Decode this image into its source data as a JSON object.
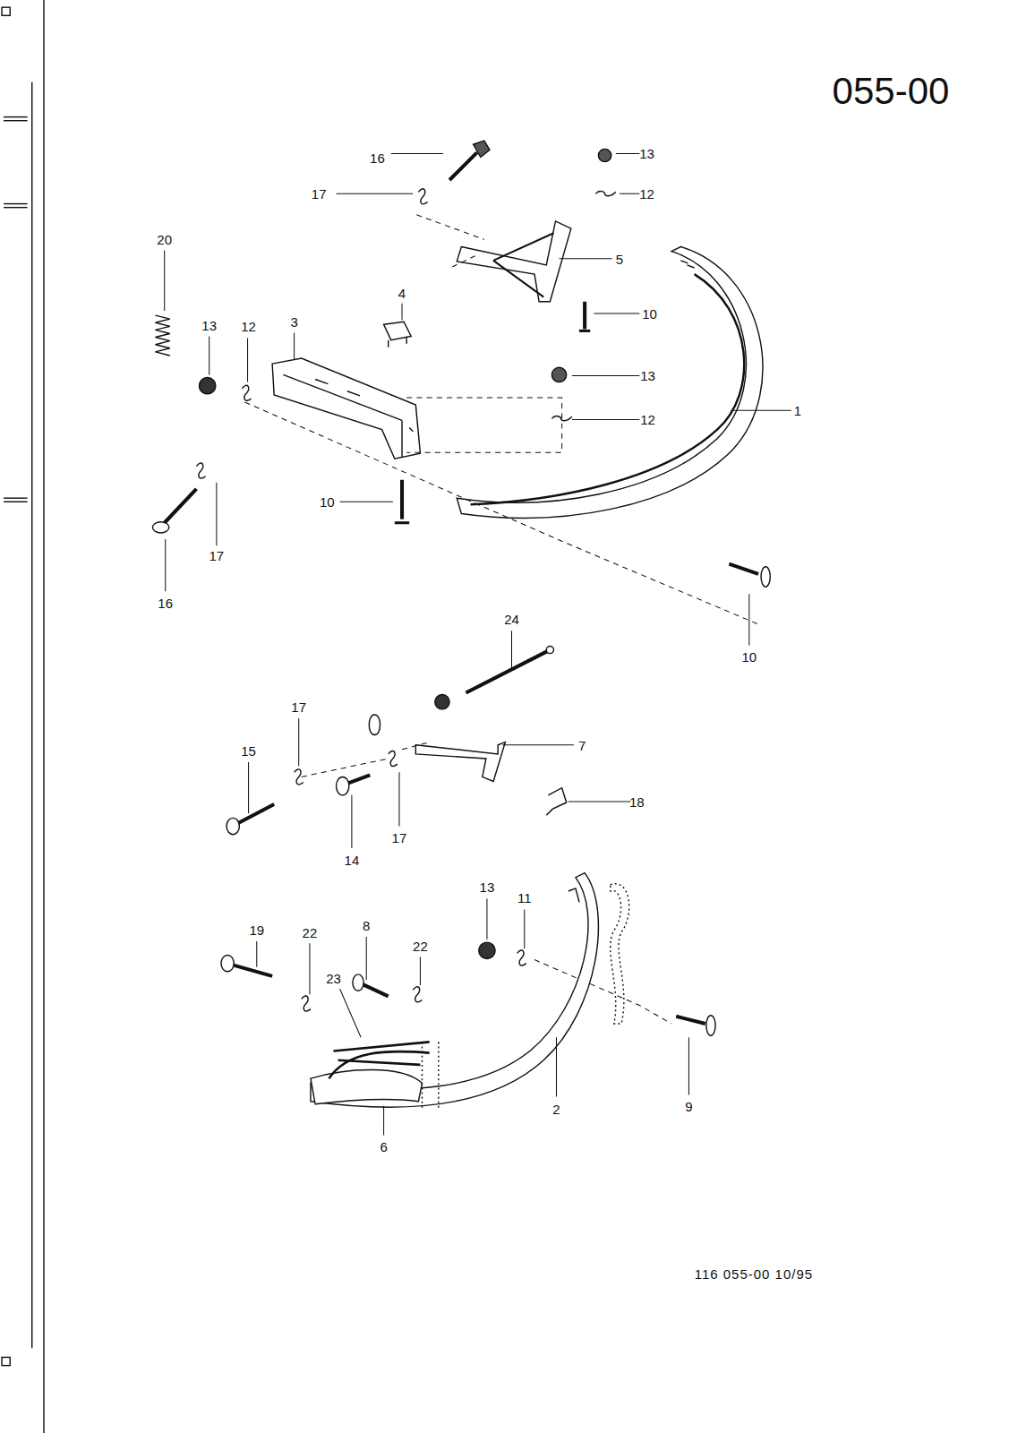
{
  "diagram": {
    "title": "055-00",
    "caption": "116 055-00 10/95",
    "labels": [
      "16",
      "13",
      "17",
      "12",
      "20",
      "5",
      "4",
      "10",
      "13",
      "12",
      "3",
      "13",
      "12",
      "1",
      "10",
      "17",
      "16",
      "10",
      "24",
      "17",
      "15",
      "7",
      "18",
      "14",
      "17",
      "19",
      "22",
      "8",
      "22",
      "13",
      "11",
      "23",
      "2",
      "9",
      "6"
    ]
  }
}
